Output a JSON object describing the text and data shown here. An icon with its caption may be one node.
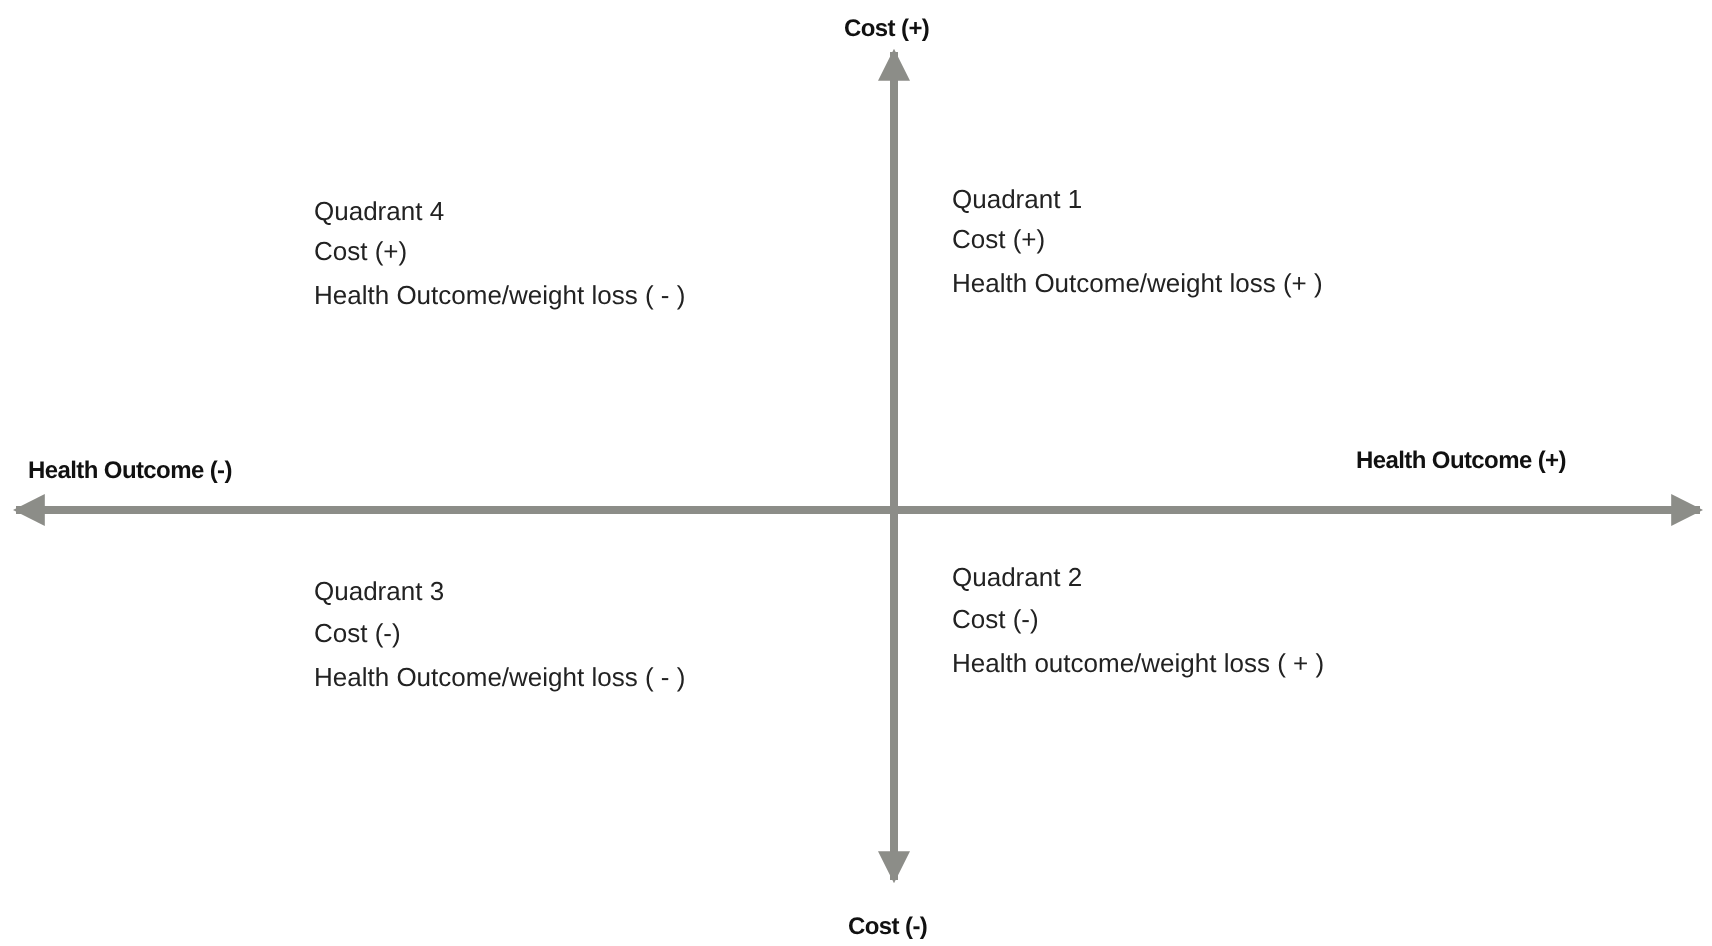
{
  "diagram": {
    "labels": [
      "Cost (+)",
      "Quadrant 4",
      "Cost (+)",
      "Health Outcome/weight loss ( - )",
      "Quadrant 1",
      "Cost (+)",
      "Health Outcome/weight loss (+ )",
      "Health Outcome (-)",
      "Health Outcome (+)",
      "Quadrant 3",
      "Cost (-)",
      "Health Outcome/weight loss ( - )",
      "Quadrant 2",
      "Cost (-)",
      "Health outcome/weight loss ( + )",
      "Cost (-)"
    ]
  }
}
